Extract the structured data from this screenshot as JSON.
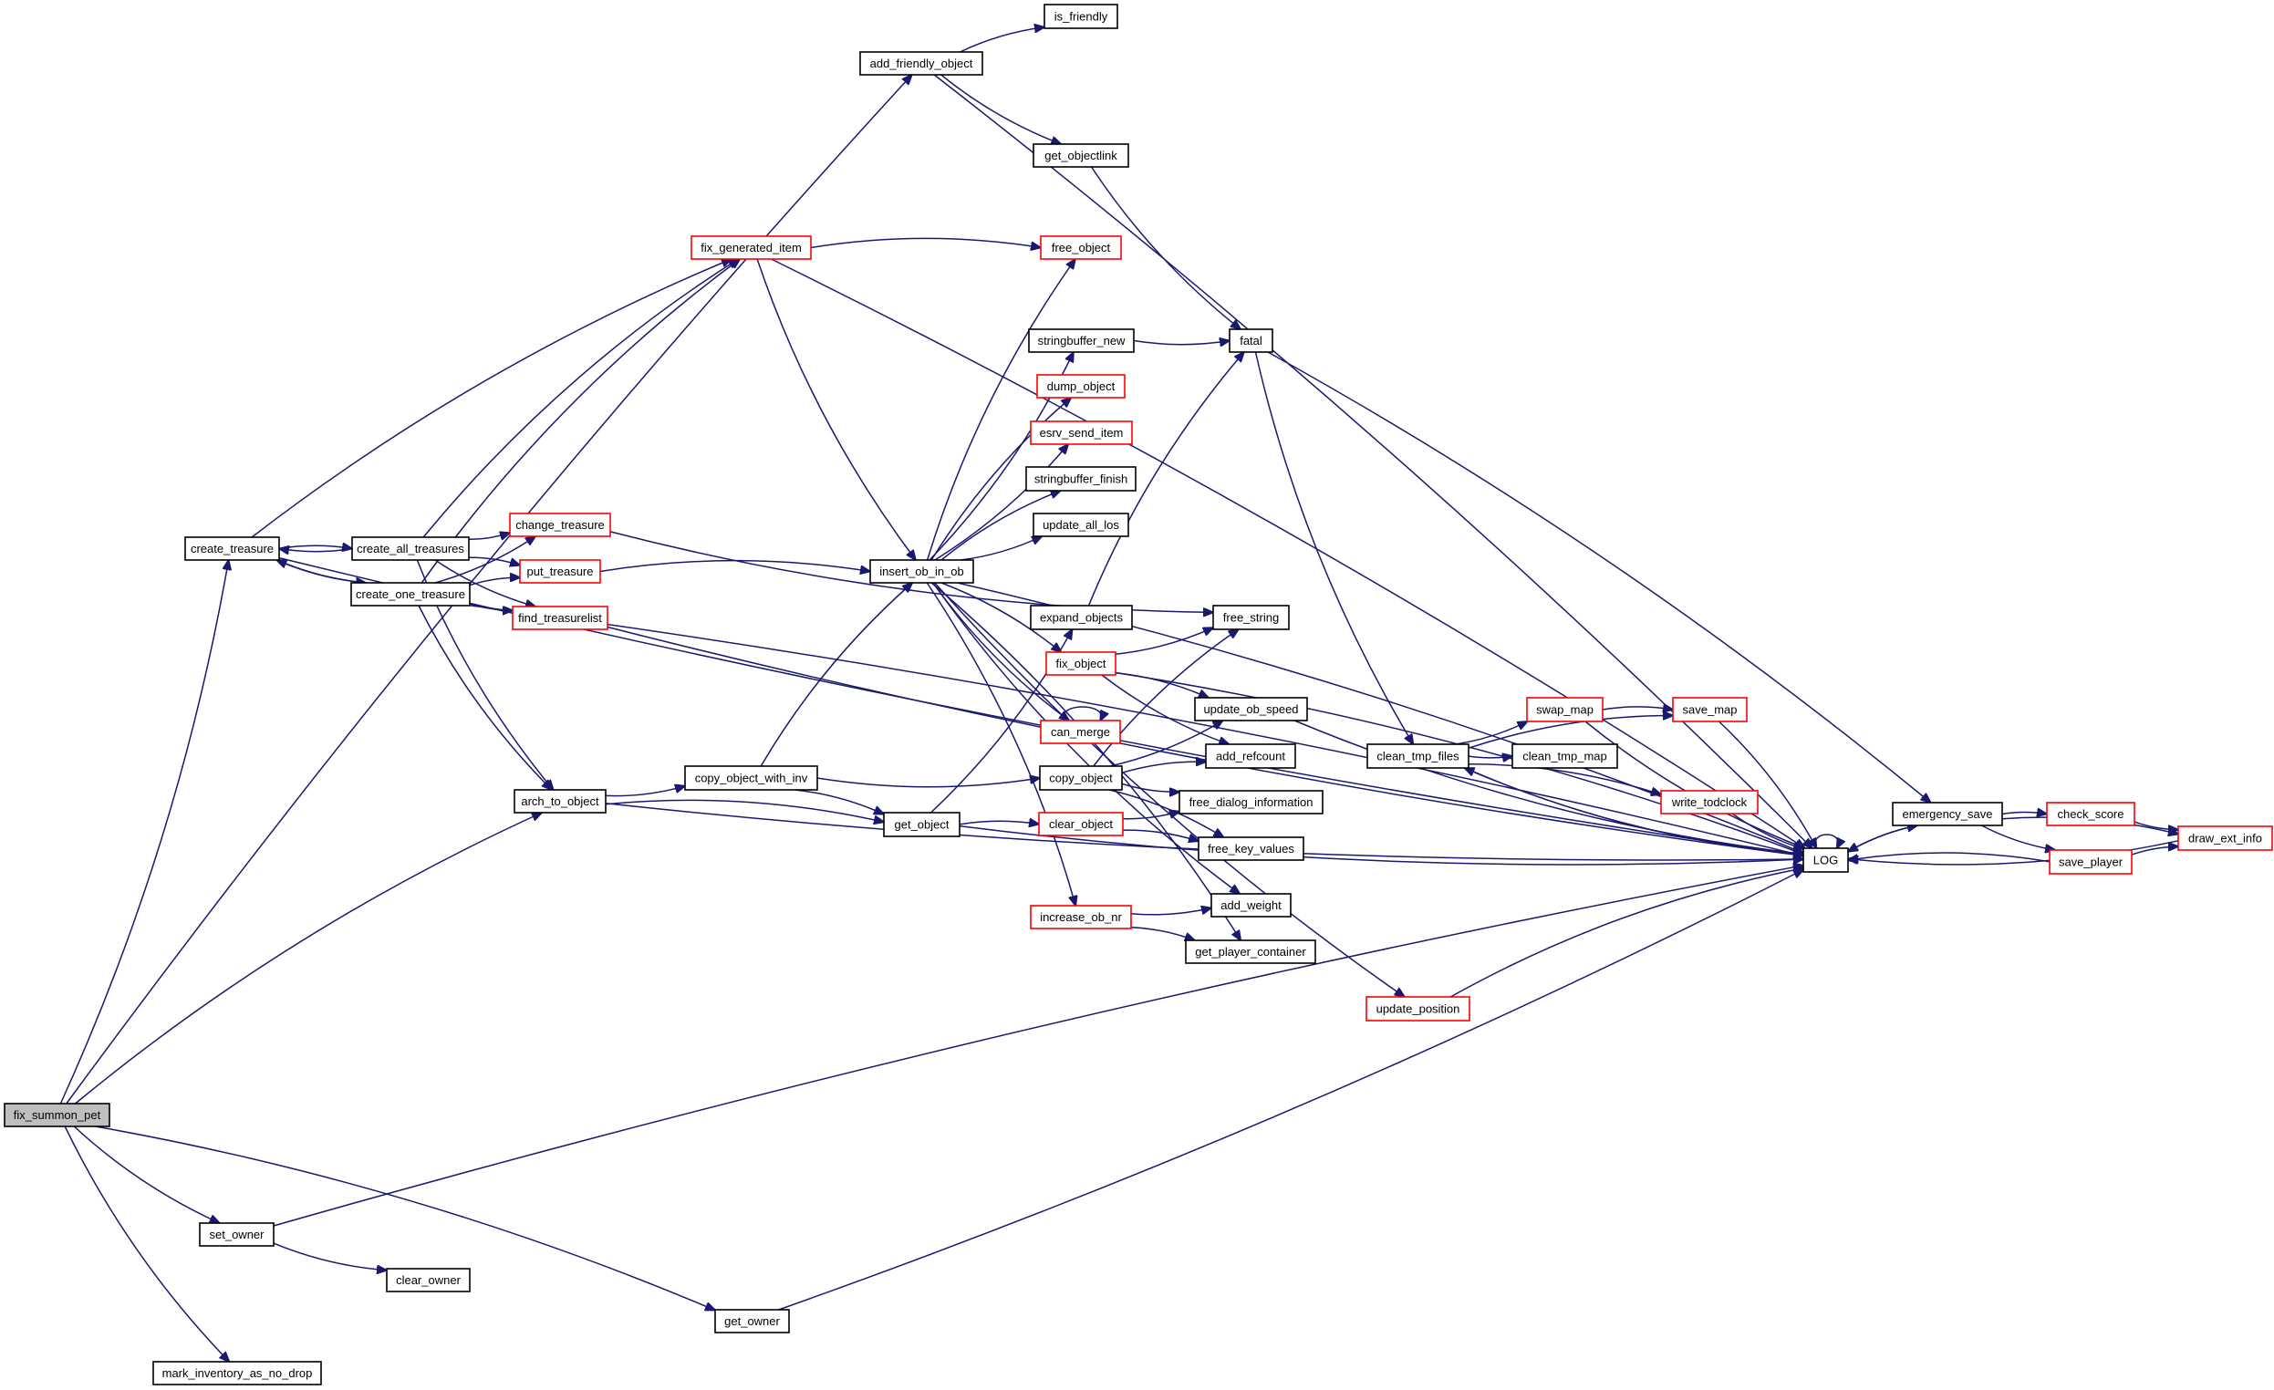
{
  "title": "fix_summon_pet call graph",
  "colors": {
    "edge": "#191970",
    "root_fill": "#bfbfbf",
    "truncated_border": "#ff0000",
    "normal_border": "#000000"
  },
  "nodes": [
    {
      "id": "fix_summon_pet",
      "label": "fix_summon_pet",
      "style": "root"
    },
    {
      "id": "add_friendly_object",
      "label": "add_friendly_object",
      "style": "normal"
    },
    {
      "id": "is_friendly",
      "label": "is_friendly",
      "style": "normal"
    },
    {
      "id": "get_objectlink",
      "label": "get_objectlink",
      "style": "normal"
    },
    {
      "id": "fix_generated_item",
      "label": "fix_generated_item",
      "style": "truncated"
    },
    {
      "id": "free_object",
      "label": "free_object",
      "style": "truncated"
    },
    {
      "id": "create_treasure",
      "label": "create_treasure",
      "style": "normal"
    },
    {
      "id": "create_all_treasures",
      "label": "create_all_treasures",
      "style": "normal"
    },
    {
      "id": "create_one_treasure",
      "label": "create_one_treasure",
      "style": "normal"
    },
    {
      "id": "change_treasure",
      "label": "change_treasure",
      "style": "truncated"
    },
    {
      "id": "put_treasure",
      "label": "put_treasure",
      "style": "truncated"
    },
    {
      "id": "find_treasurelist",
      "label": "find_treasurelist",
      "style": "truncated"
    },
    {
      "id": "arch_to_object",
      "label": "arch_to_object",
      "style": "normal"
    },
    {
      "id": "copy_object_with_inv",
      "label": "copy_object_with_inv",
      "style": "normal"
    },
    {
      "id": "get_object",
      "label": "get_object",
      "style": "normal"
    },
    {
      "id": "insert_ob_in_ob",
      "label": "insert_ob_in_ob",
      "style": "normal"
    },
    {
      "id": "stringbuffer_new",
      "label": "stringbuffer_new",
      "style": "normal"
    },
    {
      "id": "dump_object",
      "label": "dump_object",
      "style": "truncated"
    },
    {
      "id": "esrv_send_item",
      "label": "esrv_send_item",
      "style": "truncated"
    },
    {
      "id": "stringbuffer_finish",
      "label": "stringbuffer_finish",
      "style": "normal"
    },
    {
      "id": "update_all_los",
      "label": "update_all_los",
      "style": "normal"
    },
    {
      "id": "expand_objects",
      "label": "expand_objects",
      "style": "normal"
    },
    {
      "id": "fix_object",
      "label": "fix_object",
      "style": "truncated"
    },
    {
      "id": "can_merge",
      "label": "can_merge",
      "style": "truncated"
    },
    {
      "id": "copy_object",
      "label": "copy_object",
      "style": "normal"
    },
    {
      "id": "clear_object",
      "label": "clear_object",
      "style": "truncated"
    },
    {
      "id": "increase_ob_nr",
      "label": "increase_ob_nr",
      "style": "truncated"
    },
    {
      "id": "fatal",
      "label": "fatal",
      "style": "normal"
    },
    {
      "id": "free_string",
      "label": "free_string",
      "style": "normal"
    },
    {
      "id": "update_ob_speed",
      "label": "update_ob_speed",
      "style": "normal"
    },
    {
      "id": "add_refcount",
      "label": "add_refcount",
      "style": "normal"
    },
    {
      "id": "free_dialog_information",
      "label": "free_dialog_information",
      "style": "normal"
    },
    {
      "id": "free_key_values",
      "label": "free_key_values",
      "style": "normal"
    },
    {
      "id": "add_weight",
      "label": "add_weight",
      "style": "normal"
    },
    {
      "id": "get_player_container",
      "label": "get_player_container",
      "style": "normal"
    },
    {
      "id": "update_position",
      "label": "update_position",
      "style": "truncated"
    },
    {
      "id": "clean_tmp_files",
      "label": "clean_tmp_files",
      "style": "normal"
    },
    {
      "id": "swap_map",
      "label": "swap_map",
      "style": "truncated"
    },
    {
      "id": "save_map",
      "label": "save_map",
      "style": "truncated"
    },
    {
      "id": "clean_tmp_map",
      "label": "clean_tmp_map",
      "style": "normal"
    },
    {
      "id": "write_todclock",
      "label": "write_todclock",
      "style": "truncated"
    },
    {
      "id": "LOG",
      "label": "LOG",
      "style": "normal"
    },
    {
      "id": "emergency_save",
      "label": "emergency_save",
      "style": "normal"
    },
    {
      "id": "check_score",
      "label": "check_score",
      "style": "truncated"
    },
    {
      "id": "save_player",
      "label": "save_player",
      "style": "truncated"
    },
    {
      "id": "draw_ext_info",
      "label": "draw_ext_info",
      "style": "truncated"
    },
    {
      "id": "set_owner",
      "label": "set_owner",
      "style": "normal"
    },
    {
      "id": "clear_owner",
      "label": "clear_owner",
      "style": "normal"
    },
    {
      "id": "get_owner",
      "label": "get_owner",
      "style": "normal"
    },
    {
      "id": "mark_inventory_as_no_drop",
      "label": "mark_inventory_as_no_drop",
      "style": "normal"
    }
  ],
  "edges": [
    [
      "fix_summon_pet",
      "add_friendly_object"
    ],
    [
      "fix_summon_pet",
      "create_treasure"
    ],
    [
      "fix_summon_pet",
      "arch_to_object"
    ],
    [
      "fix_summon_pet",
      "set_owner"
    ],
    [
      "fix_summon_pet",
      "get_owner"
    ],
    [
      "fix_summon_pet",
      "mark_inventory_as_no_drop"
    ],
    [
      "add_friendly_object",
      "is_friendly"
    ],
    [
      "add_friendly_object",
      "get_objectlink"
    ],
    [
      "add_friendly_object",
      "LOG"
    ],
    [
      "get_objectlink",
      "fatal"
    ],
    [
      "create_treasure",
      "create_all_treasures"
    ],
    [
      "create_treasure",
      "create_one_treasure"
    ],
    [
      "create_treasure",
      "fix_generated_item"
    ],
    [
      "create_treasure",
      "LOG"
    ],
    [
      "create_all_treasures",
      "create_treasure"
    ],
    [
      "create_all_treasures",
      "change_treasure"
    ],
    [
      "create_all_treasures",
      "put_treasure"
    ],
    [
      "create_all_treasures",
      "find_treasurelist"
    ],
    [
      "create_all_treasures",
      "fix_generated_item"
    ],
    [
      "create_all_treasures",
      "arch_to_object"
    ],
    [
      "create_one_treasure",
      "create_treasure"
    ],
    [
      "create_one_treasure",
      "change_treasure"
    ],
    [
      "create_one_treasure",
      "put_treasure"
    ],
    [
      "create_one_treasure",
      "find_treasurelist"
    ],
    [
      "create_one_treasure",
      "fix_generated_item"
    ],
    [
      "create_one_treasure",
      "arch_to_object"
    ],
    [
      "create_one_treasure",
      "LOG"
    ],
    [
      "change_treasure",
      "free_string"
    ],
    [
      "put_treasure",
      "insert_ob_in_ob"
    ],
    [
      "find_treasurelist",
      "LOG"
    ],
    [
      "fix_generated_item",
      "free_object"
    ],
    [
      "fix_generated_item",
      "insert_ob_in_ob"
    ],
    [
      "fix_generated_item",
      "LOG"
    ],
    [
      "arch_to_object",
      "copy_object_with_inv"
    ],
    [
      "arch_to_object",
      "get_object"
    ],
    [
      "arch_to_object",
      "LOG"
    ],
    [
      "copy_object_with_inv",
      "insert_ob_in_ob"
    ],
    [
      "copy_object_with_inv",
      "copy_object"
    ],
    [
      "copy_object_with_inv",
      "get_object"
    ],
    [
      "get_object",
      "expand_objects"
    ],
    [
      "get_object",
      "clear_object"
    ],
    [
      "get_object",
      "LOG"
    ],
    [
      "insert_ob_in_ob",
      "free_object"
    ],
    [
      "insert_ob_in_ob",
      "stringbuffer_new"
    ],
    [
      "insert_ob_in_ob",
      "dump_object"
    ],
    [
      "insert_ob_in_ob",
      "esrv_send_item"
    ],
    [
      "insert_ob_in_ob",
      "stringbuffer_finish"
    ],
    [
      "insert_ob_in_ob",
      "update_all_los"
    ],
    [
      "insert_ob_in_ob",
      "fix_object"
    ],
    [
      "insert_ob_in_ob",
      "can_merge"
    ],
    [
      "insert_ob_in_ob",
      "increase_ob_nr"
    ],
    [
      "insert_ob_in_ob",
      "add_weight"
    ],
    [
      "insert_ob_in_ob",
      "get_player_container"
    ],
    [
      "insert_ob_in_ob",
      "update_position"
    ],
    [
      "insert_ob_in_ob",
      "LOG"
    ],
    [
      "stringbuffer_new",
      "fatal"
    ],
    [
      "expand_objects",
      "fatal"
    ],
    [
      "fix_object",
      "free_string"
    ],
    [
      "fix_object",
      "update_ob_speed"
    ],
    [
      "fix_object",
      "add_refcount"
    ],
    [
      "fix_object",
      "LOG"
    ],
    [
      "can_merge",
      "can_merge"
    ],
    [
      "copy_object",
      "free_string"
    ],
    [
      "copy_object",
      "update_ob_speed"
    ],
    [
      "copy_object",
      "add_refcount"
    ],
    [
      "copy_object",
      "free_dialog_information"
    ],
    [
      "copy_object",
      "free_key_values"
    ],
    [
      "clear_object",
      "free_dialog_information"
    ],
    [
      "clear_object",
      "free_key_values"
    ],
    [
      "increase_ob_nr",
      "add_weight"
    ],
    [
      "increase_ob_nr",
      "get_player_container"
    ],
    [
      "update_ob_speed",
      "LOG"
    ],
    [
      "update_position",
      "LOG"
    ],
    [
      "fatal",
      "clean_tmp_files"
    ],
    [
      "fatal",
      "emergency_save"
    ],
    [
      "clean_tmp_files",
      "swap_map"
    ],
    [
      "clean_tmp_files",
      "save_map"
    ],
    [
      "clean_tmp_files",
      "clean_tmp_map"
    ],
    [
      "clean_tmp_files",
      "write_todclock"
    ],
    [
      "clean_tmp_files",
      "LOG"
    ],
    [
      "swap_map",
      "save_map"
    ],
    [
      "swap_map",
      "LOG"
    ],
    [
      "save_map",
      "LOG"
    ],
    [
      "write_todclock",
      "LOG"
    ],
    [
      "LOG",
      "clean_tmp_files"
    ],
    [
      "LOG",
      "LOG"
    ],
    [
      "LOG",
      "emergency_save"
    ],
    [
      "emergency_save",
      "LOG"
    ],
    [
      "emergency_save",
      "check_score"
    ],
    [
      "emergency_save",
      "save_player"
    ],
    [
      "emergency_save",
      "draw_ext_info"
    ],
    [
      "check_score",
      "draw_ext_info"
    ],
    [
      "save_player",
      "draw_ext_info"
    ],
    [
      "save_player",
      "LOG"
    ],
    [
      "draw_ext_info",
      "LOG"
    ],
    [
      "set_owner",
      "clear_owner"
    ],
    [
      "set_owner",
      "LOG"
    ],
    [
      "get_owner",
      "LOG"
    ]
  ]
}
